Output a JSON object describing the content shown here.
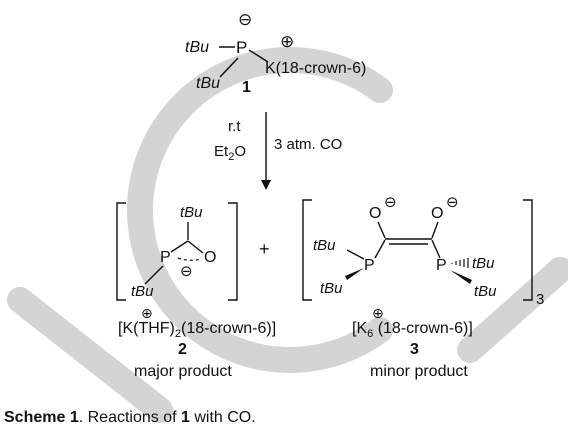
{
  "scheme": {
    "reactant": {
      "tbu": "tBu",
      "p": "P",
      "k_label": "K(18-crown-6)",
      "number": "1",
      "minus": "⊖",
      "plus": "⊕"
    },
    "conditions": {
      "temp": "r.t",
      "solvent_base": "Et",
      "solvent_sub": "2",
      "solvent_tail": "O",
      "reagent": "3 atm. CO"
    },
    "product2": {
      "tbu": "tBu",
      "p": "P",
      "o": "O",
      "counter_open": "[K",
      "counter_mid": "(THF)",
      "counter_sub": "2",
      "counter_tail": "(18-crown-6)]",
      "number": "2",
      "label": "major product"
    },
    "plus_sign": "+",
    "product3": {
      "tbu": "tBu",
      "p": "P",
      "o": "O",
      "bracket_sub": "3",
      "counter_open": "[K",
      "counter_sub": "6",
      "counter_tail": " (18-crown-6)]",
      "number": "3",
      "label": "minor product"
    }
  },
  "caption": {
    "prefix": "Scheme 1",
    "text": ". Reactions of ",
    "ref": "1",
    "suffix": " with CO."
  },
  "watermark": {
    "color": "#d4d4d4"
  }
}
